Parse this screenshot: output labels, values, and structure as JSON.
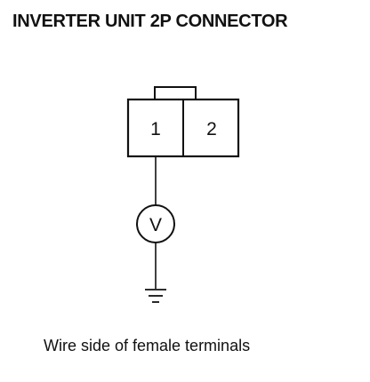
{
  "title": "INVERTER UNIT 2P CONNECTOR",
  "connector": {
    "pins": [
      "1",
      "2"
    ]
  },
  "meter": {
    "symbol": "V"
  },
  "caption": "Wire side of female terminals",
  "colors": {
    "ink": "#111111",
    "background": "#ffffff"
  }
}
